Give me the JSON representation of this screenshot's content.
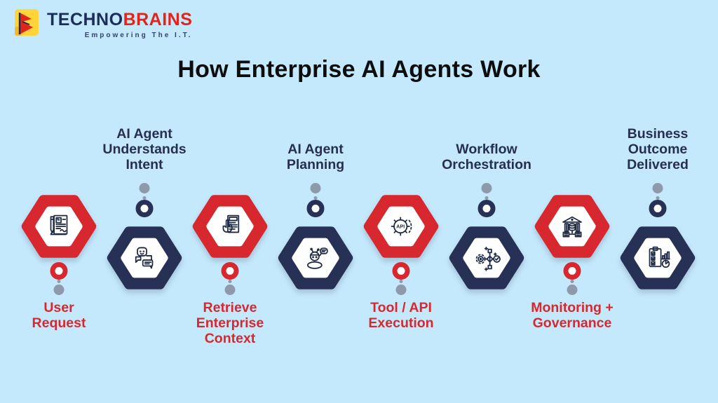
{
  "page": {
    "title": "How Enterprise AI Agents Work",
    "background_color": "#C5E9FC",
    "title_color": "#0D0D0D"
  },
  "brand": {
    "logo_letter": "B",
    "logo_text_primary": "TECHNO",
    "logo_text_secondary": "BRAINS",
    "tagline": "Empowering The I.T.",
    "colors": {
      "logo_yellow": "#FFD43B",
      "logo_red": "#E1251B",
      "logo_navy": "#1B2D5B"
    }
  },
  "colors": {
    "hex_red": "#D7282F",
    "hex_navy": "#273055",
    "label_red": "#D7282F",
    "label_navy": "#262E52",
    "connector_gray": "#8E9AAB",
    "icon_stroke": "#1F2A44"
  },
  "steps": [
    {
      "label": "User\nRequest",
      "label_position": "below",
      "hex_color": "red",
      "icon": "document-pen-icon"
    },
    {
      "label": "AI Agent\nUnderstands\nIntent",
      "label_position": "above",
      "hex_color": "navy",
      "icon": "chat-person-icon"
    },
    {
      "label": "Retrieve\nEnterprise\nContext",
      "label_position": "below",
      "hex_color": "red",
      "icon": "hand-document-icon"
    },
    {
      "label": "AI Agent\nPlanning",
      "label_position": "above",
      "hex_color": "navy",
      "icon": "robot-chat-icon"
    },
    {
      "label": "Tool / API\nExecution",
      "label_position": "below",
      "hex_color": "red",
      "icon": "api-gear-icon",
      "icon_text": "API"
    },
    {
      "label": "Workflow\nOrchestration",
      "label_position": "above",
      "hex_color": "navy",
      "icon": "workflow-gear-icon"
    },
    {
      "label": "Monitoring +\nGovernance",
      "label_position": "below",
      "hex_color": "red",
      "icon": "governance-building-icon"
    },
    {
      "label": "Business\nOutcome\nDelivered",
      "label_position": "above",
      "hex_color": "navy",
      "icon": "clipboard-chart-icon"
    }
  ]
}
